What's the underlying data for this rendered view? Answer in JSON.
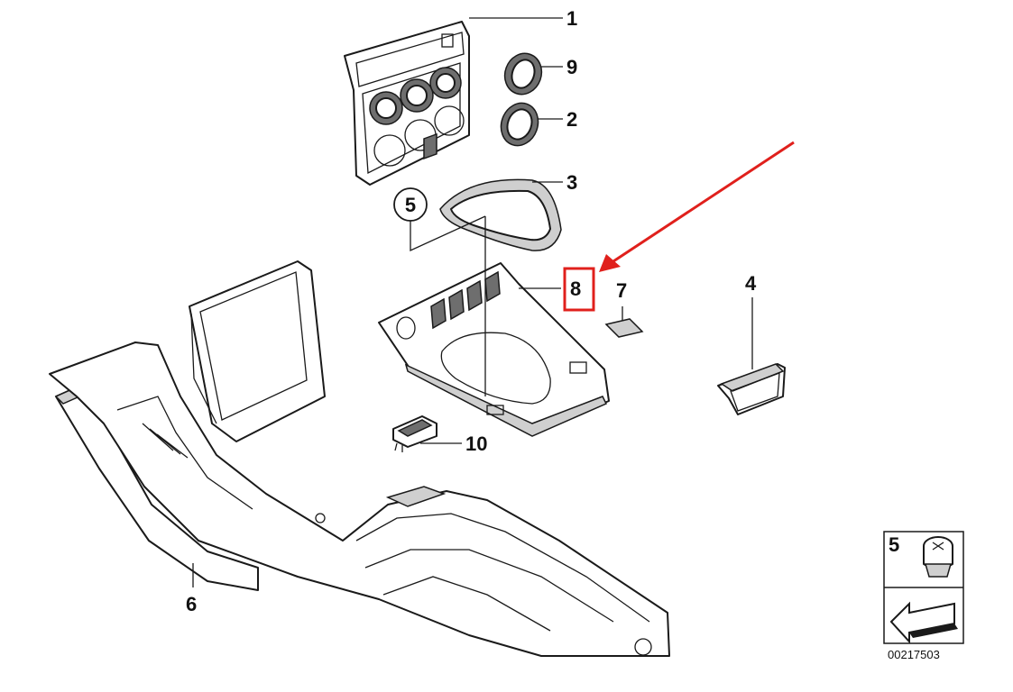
{
  "callouts": {
    "c1": "1",
    "c9": "9",
    "c2": "2",
    "c3": "3",
    "c5": "5",
    "c8": "8",
    "c7": "7",
    "c4": "4",
    "c10": "10",
    "c6": "6"
  },
  "inset": {
    "label": "5",
    "reference": "00217503"
  },
  "highlight": {
    "target_callout": "8",
    "color": "#e0201c"
  },
  "colors": {
    "line": "#1a1a1a",
    "arrow": "#e0201c",
    "shade": "#cfcfcf"
  }
}
